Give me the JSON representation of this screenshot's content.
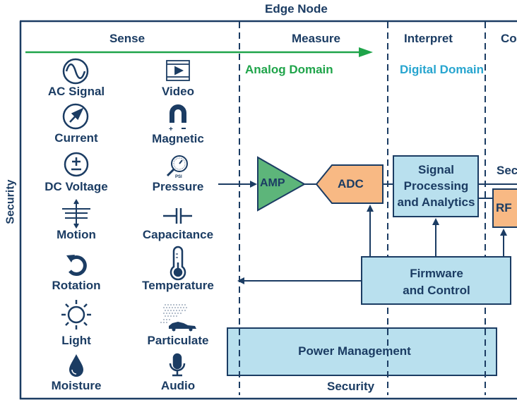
{
  "title": "Edge Node",
  "side_label": "Security",
  "columns": [
    {
      "id": "sense",
      "label": "Sense"
    },
    {
      "id": "measure",
      "label": "Measure"
    },
    {
      "id": "interpret",
      "label": "Interpret"
    },
    {
      "id": "communicate",
      "label": "Co"
    }
  ],
  "domains": {
    "analog": {
      "label": "Analog Domain",
      "color": "#1fa44a"
    },
    "digital": {
      "label": "Digital Domain",
      "color": "#27a5cf"
    }
  },
  "sensors": [
    {
      "label": "AC Signal",
      "icon": "sine-wave-icon"
    },
    {
      "label": "Video",
      "icon": "video-icon"
    },
    {
      "label": "Current",
      "icon": "current-gauge-icon"
    },
    {
      "label": "Magnetic",
      "icon": "magnet-icon"
    },
    {
      "label": "DC Voltage",
      "icon": "plus-minus-icon"
    },
    {
      "label": "Pressure",
      "icon": "pressure-gauge-icon",
      "icon_text": "PSI"
    },
    {
      "label": "Motion",
      "icon": "motion-icon"
    },
    {
      "label": "Capacitance",
      "icon": "capacitor-icon"
    },
    {
      "label": "Rotation",
      "icon": "rotation-icon"
    },
    {
      "label": "Temperature",
      "icon": "thermometer-icon"
    },
    {
      "label": "Light",
      "icon": "sun-icon"
    },
    {
      "label": "Particulate",
      "icon": "particulate-car-icon"
    },
    {
      "label": "Moisture",
      "icon": "droplet-icon"
    },
    {
      "label": "Audio",
      "icon": "microphone-icon"
    }
  ],
  "blocks": {
    "amp": {
      "label": "AMP",
      "color": "#5db57a"
    },
    "adc": {
      "label": "ADC",
      "color": "#f8b984"
    },
    "signal_processing": {
      "line1": "Signal",
      "line2": "Processing",
      "line3": "and Analytics",
      "color": "#b9e0ee"
    },
    "rf": {
      "label": "RF",
      "color": "#f8b984"
    },
    "security_partial": "Sec",
    "firmware": {
      "line1": "Firmware",
      "line2": "and Control",
      "color": "#b9e0ee"
    },
    "power": {
      "label": "Power Management",
      "color": "#b9e0ee"
    }
  },
  "bottom_label": "Security",
  "colors": {
    "navy": "#1b3c63",
    "green_arrow": "#1fa44a"
  }
}
